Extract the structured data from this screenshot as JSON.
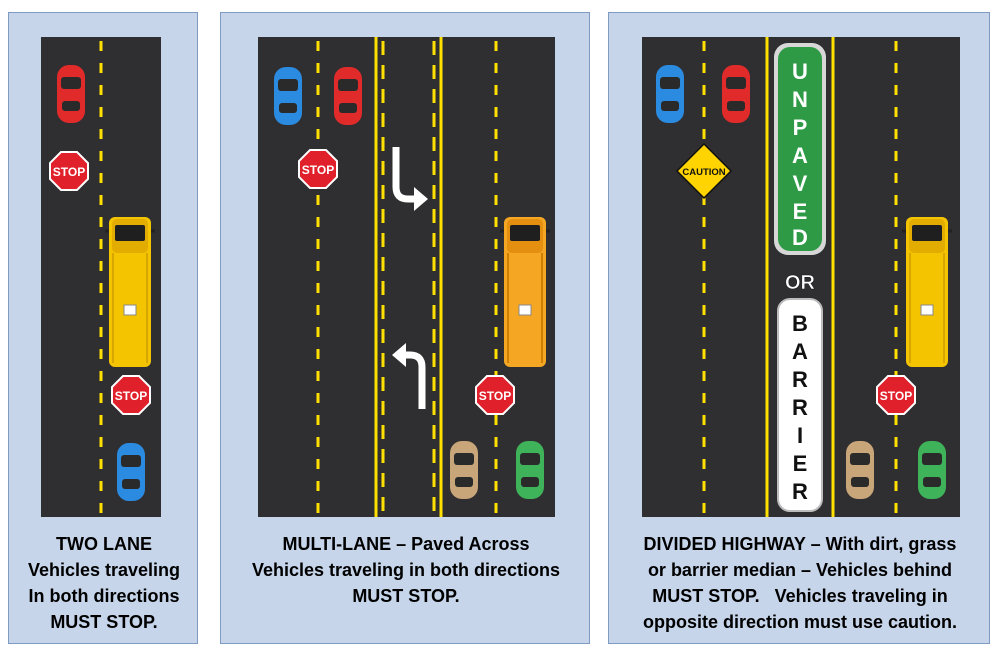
{
  "colors": {
    "panel_bg": "#c6d5ea",
    "panel_border": "#7f9bc4",
    "road": "#2f2f31",
    "lane_line": "#ffe000",
    "stop_red": "#e0202a",
    "bus_yellow": "#f5c400",
    "median_green": "#2e9a45",
    "barrier_white": "#ffffff"
  },
  "panels": [
    {
      "title": "TWO LANE",
      "caption_lines": [
        "TWO LANE",
        "Vehicles traveling",
        "In both directions",
        "MUST STOP."
      ],
      "signs": [
        "STOP",
        "STOP"
      ]
    },
    {
      "title": "MULTI-LANE – Paved Across",
      "caption_lines": [
        "MULTI-LANE – Paved Across",
        "Vehicles traveling in both directions",
        "MUST STOP."
      ],
      "signs": [
        "STOP",
        "STOP"
      ]
    },
    {
      "title": "DIVIDED HIGHWAY",
      "caption_lines": [
        "DIVIDED HIGHWAY – With dirt, grass",
        "or barrier median – Vehicles behind",
        "MUST STOP.   Vehicles traveling in",
        "opposite direction must use caution."
      ],
      "signs": [
        "CAUTION",
        "STOP"
      ],
      "median": {
        "unpaved": [
          "U",
          "N",
          "P",
          "A",
          "V",
          "E",
          "D"
        ],
        "or_label": "OR",
        "barrier": [
          "B",
          "A",
          "R",
          "R",
          "I",
          "E",
          "R"
        ]
      }
    }
  ]
}
